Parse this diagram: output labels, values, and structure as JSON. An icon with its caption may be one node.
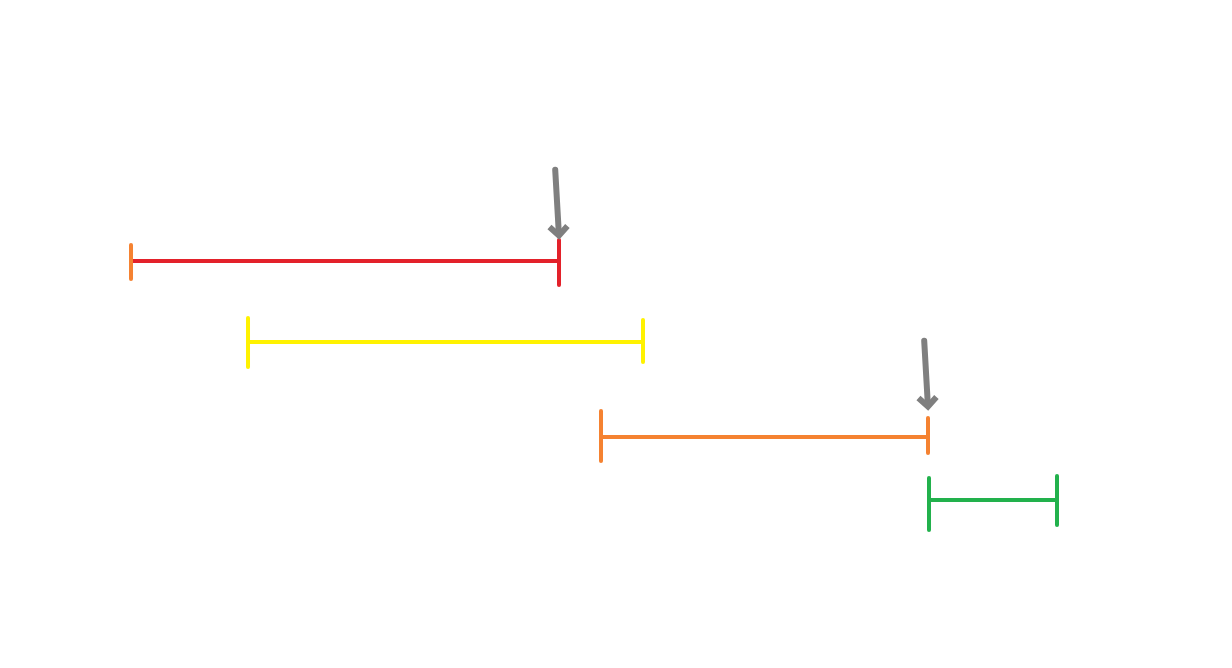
{
  "diagram": {
    "nodes": [
      {
        "text": [],
        "shape": "bar"
      },
      {
        "text": [],
        "shape": "bar"
      },
      {
        "text": [],
        "shape": "bar"
      },
      {
        "text": [],
        "shape": "bar"
      }
    ],
    "edges": [
      {
        "from": null,
        "to": 0,
        "arrow": "to"
      },
      {
        "from": null,
        "to": 2,
        "arrow": "to"
      }
    ]
  }
}
